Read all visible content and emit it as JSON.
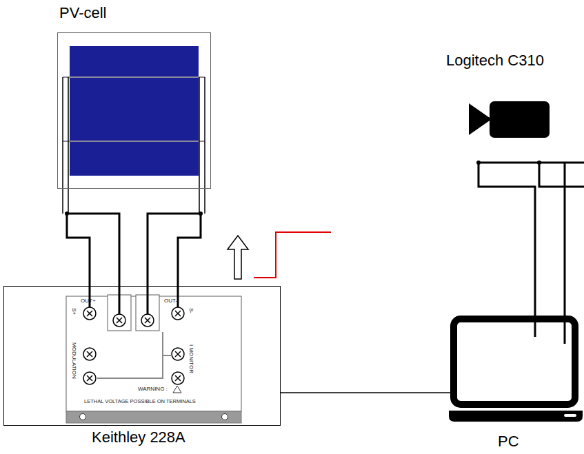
{
  "diagram": {
    "nodes": [
      {
        "text": [
          "PV-cell"
        ]
      },
      {
        "text": [
          "Logitech C310"
        ]
      },
      {
        "text": [
          "Keithley 228A"
        ]
      },
      {
        "text": [
          "PC"
        ]
      }
    ],
    "edges": [
      {
        "from": 0,
        "to": 2,
        "arrow": "none"
      },
      {
        "from": 2,
        "to": 3,
        "arrow": "none"
      },
      {
        "from": 1,
        "to": 3,
        "arrow": "none"
      }
    ],
    "labels": [
      "S+",
      "OUT+",
      "OUT-",
      "S-",
      "MODULATION",
      "I MONITOR",
      "WARNING :",
      "LETHAL VOLTAGE POSSIBLE ON TERMINALS"
    ]
  }
}
